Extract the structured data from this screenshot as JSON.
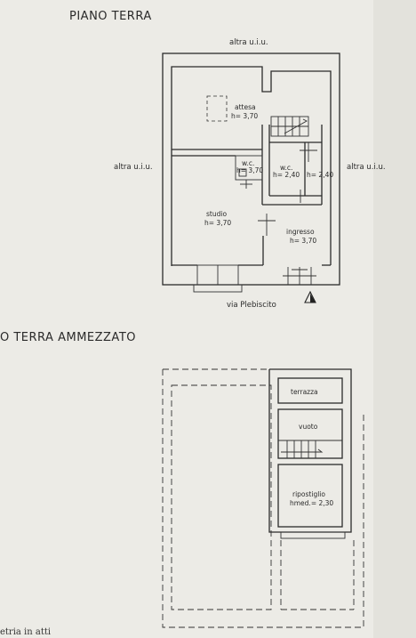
{
  "ground_floor": {
    "title": "PIANO TERRA",
    "neighbor_top": "altra u.i.u.",
    "neighbor_left": "altra u.i.u.",
    "neighbor_right": "altra u.i.u.",
    "street": "via Plebiscito",
    "rooms": [
      {
        "name": "attesa",
        "height": "h= 3,70"
      },
      {
        "name": "w.c.",
        "height": "h= 3,70"
      },
      {
        "name": "w.c.",
        "height": "h= 2,40"
      },
      {
        "name": "",
        "height": "h= 2,40"
      },
      {
        "name": "studio",
        "height": "h= 3,70"
      },
      {
        "name": "ingresso",
        "height": "h= 3,70"
      }
    ]
  },
  "mezzanine": {
    "title": "O TERRA AMMEZZATO",
    "rooms": [
      {
        "name": "terrazza",
        "height": ""
      },
      {
        "name": "vuoto",
        "height": ""
      },
      {
        "name": "ripostiglio",
        "height": "hmed.= 2,30"
      }
    ]
  },
  "footer_note": "etria in atti"
}
